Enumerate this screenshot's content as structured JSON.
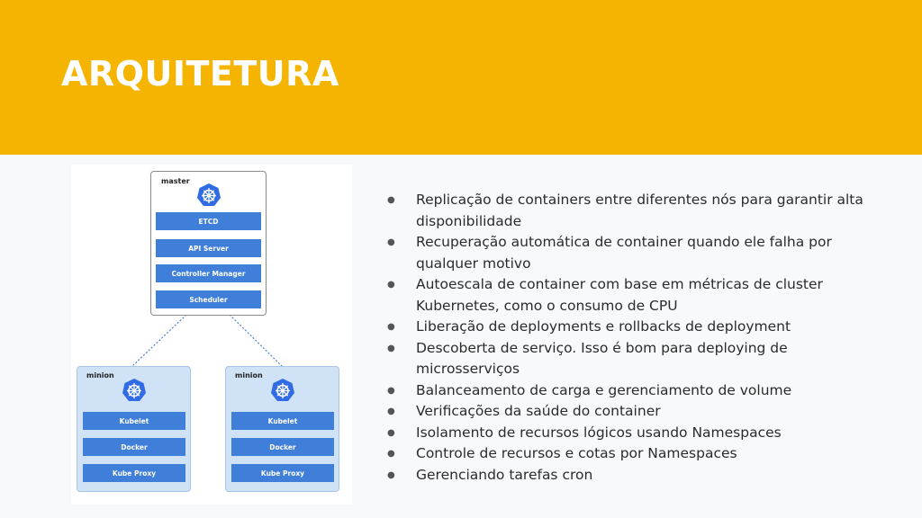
{
  "slide": {
    "title": "ARQUITETURA"
  },
  "diagram": {
    "master": {
      "label": "master",
      "components": [
        "ETCD",
        "API Server",
        "Controller Manager",
        "Scheduler"
      ]
    },
    "minions": [
      {
        "label": "minion",
        "components": [
          "Kubelet",
          "Docker",
          "Kube Proxy"
        ]
      },
      {
        "label": "minion",
        "components": [
          "Kubelet",
          "Docker",
          "Kube Proxy"
        ]
      }
    ],
    "colors": {
      "component": "#3f7fd9",
      "minion_bg": "#cfe2f6",
      "logo": "#326ce5"
    },
    "icon": "kubernetes-helm-icon"
  },
  "features": [
    "Replicação de containers entre diferentes nós para garantir alta disponibilidade",
    "Recuperação automática de container quando ele falha por qualquer motivo",
    "Autoescala de container com base em métricas de cluster Kubernetes, como o consumo de CPU",
    "Liberação de deployments e rollbacks de deployment",
    "Descoberta de serviço. Isso é bom para deploying de microsserviços",
    "Balanceamento de carga e gerenciamento de volume",
    "Verificações da saúde do container",
    "Isolamento de recursos lógicos usando Namespaces",
    "Controle de recursos e cotas por Namespaces",
    "Gerenciando tarefas cron"
  ]
}
